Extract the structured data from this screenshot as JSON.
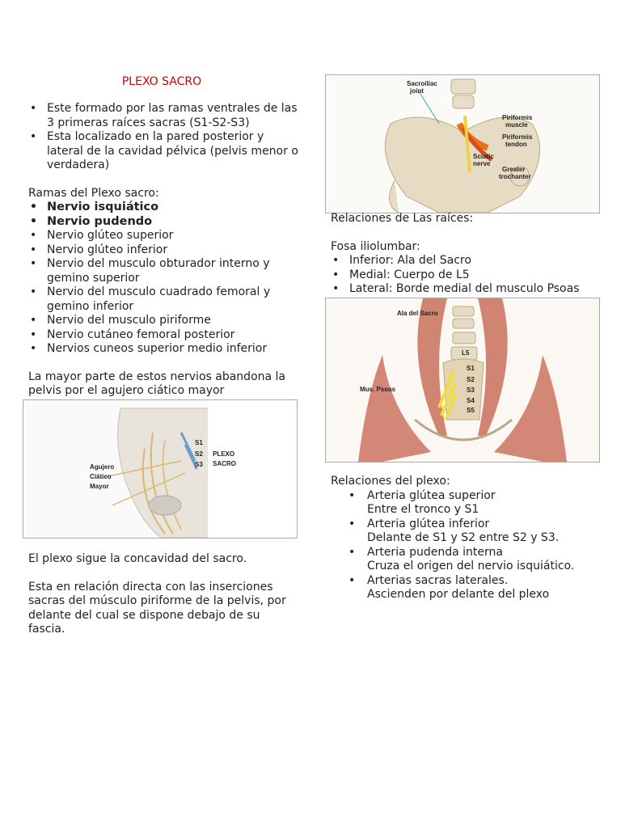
{
  "left": {
    "title": "PLEXO SACRO",
    "intro_bullets": [
      "Este formado por las ramas ventrales de las 3 primeras raíces sacras (S1-S2-S3)",
      "Esta localizado en la pared posterior y lateral de la cavidad pélvica (pelvis menor o verdadera)"
    ],
    "branches_heading": "Ramas del Plexo sacro:",
    "branches_bold": [
      "Nervio isquiático",
      "Nervio pudendo"
    ],
    "branches": [
      "Nervio glúteo superior",
      "Nervio glúteo inferior",
      "Nervio del musculo obturador interno y gemino superior",
      "Nervio del musculo cuadrado femoral y gemino inferior",
      "Nervio del musculo piriforme",
      "Nervio cutáneo femoral posterior",
      "Nervios cuneos superior medio inferior"
    ],
    "exit_text": "La mayor parte de estos nervios abandona la pelvis por el agujero ciático mayor",
    "figure": {
      "labels": [
        "S1",
        "S2",
        "S3",
        "PLEXO",
        "SACRO",
        "Agujero",
        "Ciático",
        "Mayor"
      ]
    },
    "concavity_text": "El plexo sigue la concavidad del sacro.",
    "relation_text": "Esta en relación directa con las inserciones sacras del músculo piriforme de la pelvis, por delante del cual se dispone debajo de su fascia."
  },
  "right": {
    "figure1": {
      "labels": [
        "Sacroiliac",
        "joint",
        "Piriformis",
        "muscle",
        "Piriformis",
        "tendon",
        "Sciatic",
        "nerve",
        "Greater",
        "trochanter"
      ]
    },
    "roots_heading": "Relaciones de Las raíces:",
    "fossa_heading": "Fosa iliolumbar:",
    "fossa_bullets": [
      "Inferior: Ala del Sacro",
      "Medial: Cuerpo de L5",
      "Lateral: Borde medial del musculo Psoas"
    ],
    "figure2": {
      "labels": [
        "Ala del Sacro",
        "L5",
        "S1",
        "S2",
        "S3",
        "S4",
        "S5",
        "Mus. Psoas"
      ]
    },
    "plexus_heading": "Relaciones del plexo:",
    "plexus_items": [
      {
        "title": "Arteria glútea superior",
        "detail": "Entre el tronco y S1"
      },
      {
        "title": "Arteria glútea inferior",
        "detail": "Delante de S1 y S2 entre S2 y S3."
      },
      {
        "title": "Arteria pudenda interna",
        "detail": "Cruza el origen del nervio isquiático."
      },
      {
        "title": "Arterias sacras laterales.",
        "detail": "Ascienden por delante del plexo"
      }
    ]
  }
}
